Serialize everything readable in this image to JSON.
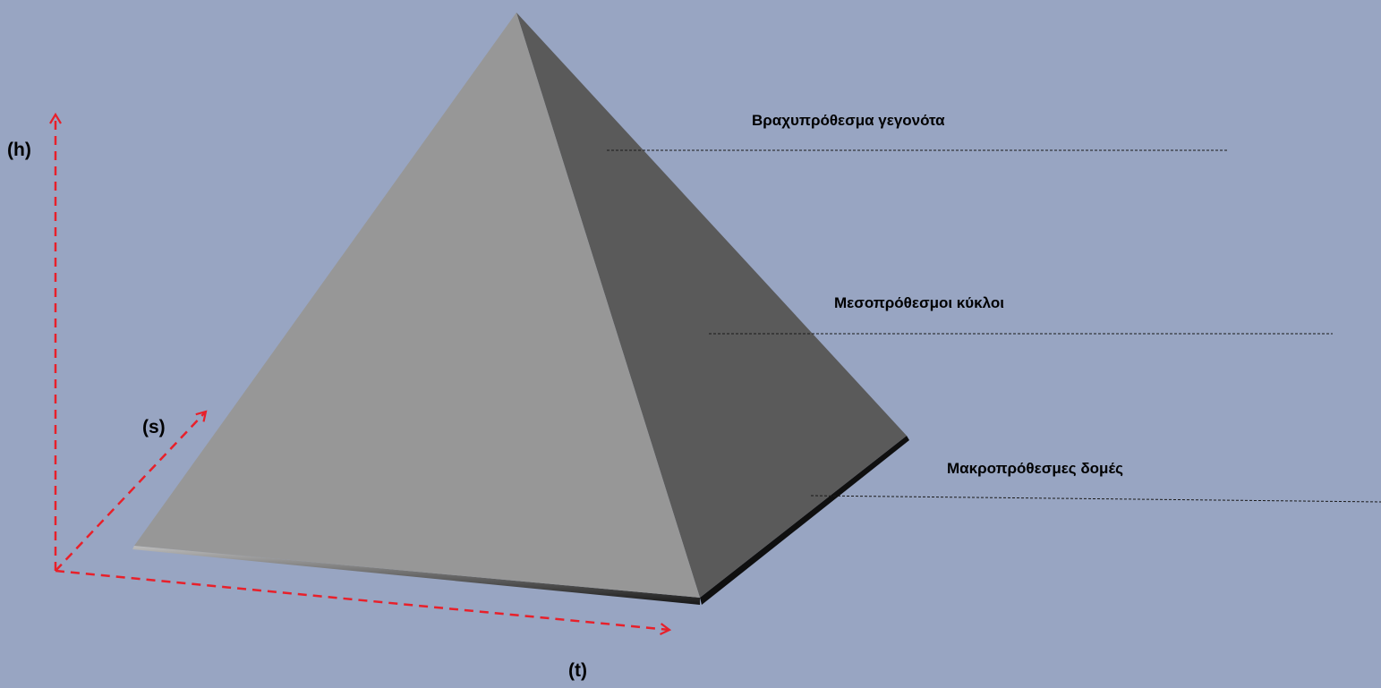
{
  "colors": {
    "background": "#98a5c2",
    "front_face": "#979797",
    "side_face": "#5a5a5a",
    "base_edge": "#1a1a1a",
    "axis": "#e8202a",
    "guide_line": "#1a1a1a"
  },
  "axes": {
    "h_label": "(h)",
    "s_label": "(s)",
    "t_label": "(t)"
  },
  "levels": [
    {
      "label": "Βραχυπρόθεσμα γεγονότα"
    },
    {
      "label": "Μεσοπρόθεσμοι κύκλοι"
    },
    {
      "label": "Μακροπρόθεσμες δομές"
    }
  ]
}
